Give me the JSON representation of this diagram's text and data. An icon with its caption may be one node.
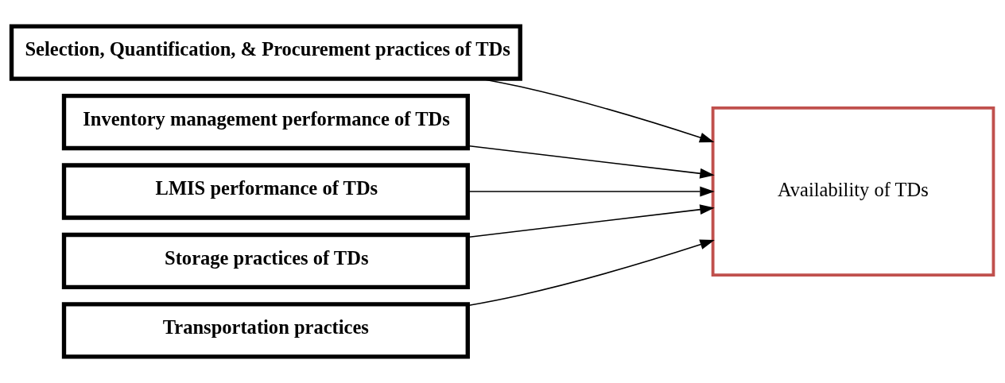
{
  "diagram": {
    "nodes": [
      {
        "text": [
          "Selection, Quantification, & Procurement practices of TDs"
        ]
      },
      {
        "text": [
          "Inventory management performance of TDs"
        ]
      },
      {
        "text": [
          "LMIS performance of TDs"
        ]
      },
      {
        "text": [
          "Storage practices of TDs"
        ]
      },
      {
        "text": [
          "Transportation practices"
        ]
      },
      {
        "text": [
          "Availability of TDs"
        ]
      }
    ],
    "edges": [
      {
        "from": 0,
        "to": 5,
        "arrow": "to"
      },
      {
        "from": 1,
        "to": 5,
        "arrow": "to"
      },
      {
        "from": 2,
        "to": 5,
        "arrow": "to"
      },
      {
        "from": 3,
        "to": 5,
        "arrow": "to"
      },
      {
        "from": 4,
        "to": 5,
        "arrow": "to"
      }
    ]
  }
}
